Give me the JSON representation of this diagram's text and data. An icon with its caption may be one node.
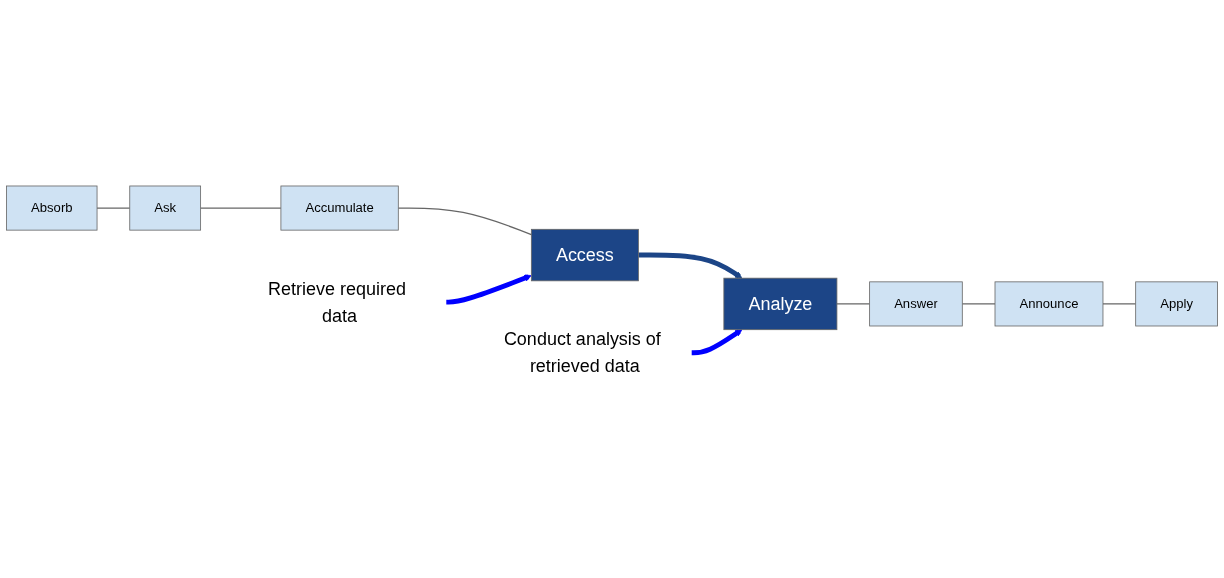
{
  "diagram": {
    "nodes": [
      {
        "text": [
          "Absorb"
        ]
      },
      {
        "text": [
          "Ask"
        ]
      },
      {
        "text": [
          "Accumulate"
        ]
      },
      {
        "text": [
          "Access"
        ]
      },
      {
        "text": [
          "Analyze"
        ]
      },
      {
        "text": [
          "Answer"
        ]
      },
      {
        "text": [
          "Announce"
        ]
      },
      {
        "text": [
          "Apply"
        ]
      },
      {
        "text": [
          "Retrieve required data"
        ]
      },
      {
        "text": [
          "Conduct analysis of retrieved data"
        ]
      }
    ],
    "edges": [
      {
        "from": 0,
        "to": 1,
        "arrow": "none"
      },
      {
        "from": 1,
        "to": 2,
        "arrow": "none"
      },
      {
        "from": 2,
        "to": 3,
        "arrow": "none"
      },
      {
        "from": 3,
        "to": 4,
        "arrow": "to",
        "style": "thick",
        "color": "#1c4587"
      },
      {
        "from": 4,
        "to": 5,
        "arrow": "none"
      },
      {
        "from": 5,
        "to": 6,
        "arrow": "none"
      },
      {
        "from": 6,
        "to": 7,
        "arrow": "none"
      },
      {
        "from": 8,
        "to": 3,
        "arrow": "to",
        "style": "thick",
        "color": "#0000ff"
      },
      {
        "from": 9,
        "to": 4,
        "arrow": "to",
        "style": "thick",
        "color": "#0000ff"
      }
    ]
  }
}
